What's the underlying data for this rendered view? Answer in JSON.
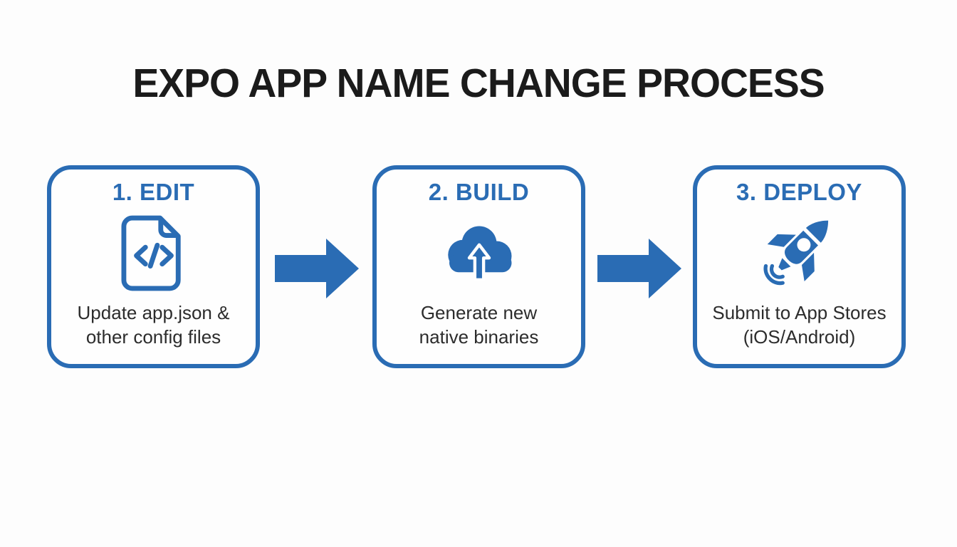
{
  "title": {
    "text": "EXPO APP NAME CHANGE PROCESS"
  },
  "colors": {
    "accent_blue": "#2a6cb4",
    "title_text": "#1b1b1b",
    "body_text": "#2c2c2c",
    "background": "#fdfdfd",
    "box_fill": "#fefefe"
  },
  "steps": [
    {
      "heading": "1. EDIT",
      "icon": "code-file-icon",
      "lines": [
        "Update app.json &",
        "other config files"
      ]
    },
    {
      "heading": "2. BUILD",
      "icon": "cloud-upload-icon",
      "lines": [
        "Generate new",
        "native binaries"
      ]
    },
    {
      "heading": "3. DEPLOY",
      "icon": "rocket-icon",
      "lines": [
        "Submit to App Stores",
        "(iOS/Android)"
      ]
    }
  ],
  "connectors": [
    {
      "icon": "arrow-right-icon"
    },
    {
      "icon": "arrow-right-icon"
    }
  ]
}
